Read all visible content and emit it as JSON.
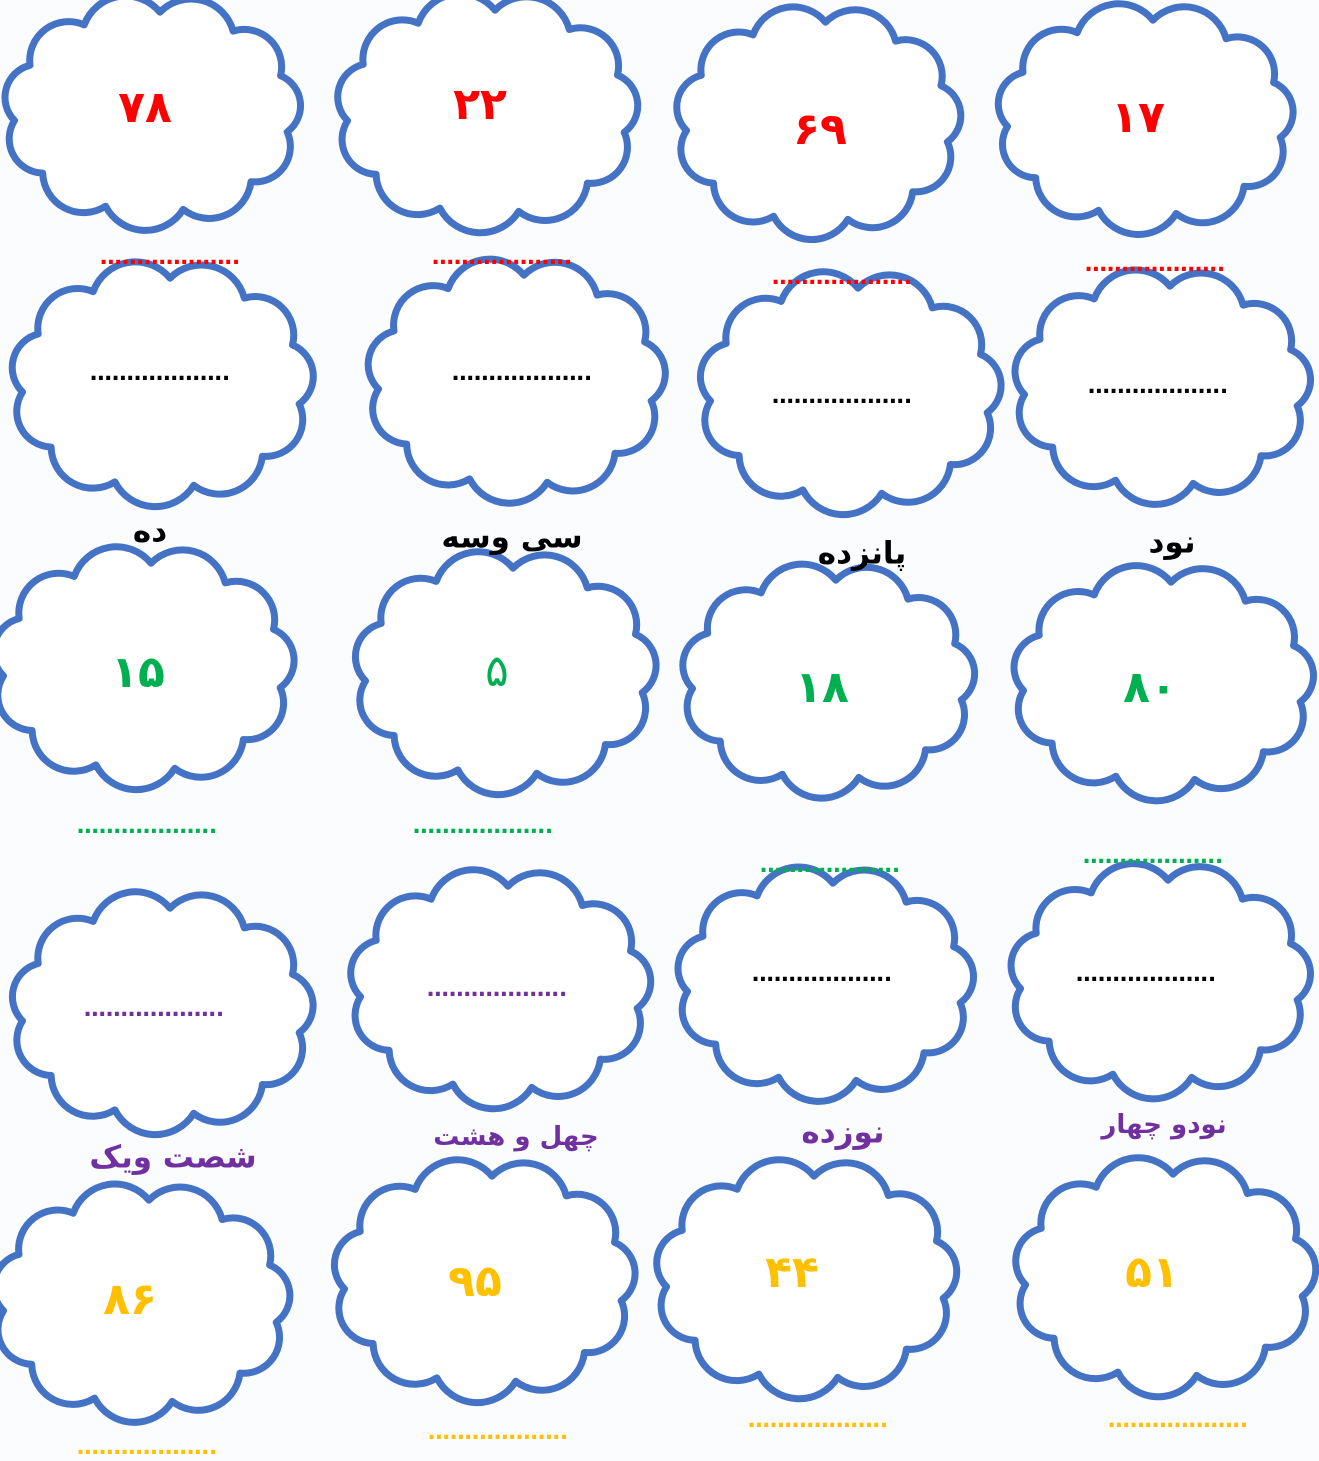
{
  "colors": {
    "cloud_outline": "#4472c4",
    "red": "#ff0000",
    "green": "#00b050",
    "purple": "#7030a0",
    "orange": "#ffc000",
    "black": "#000000"
  },
  "dots": "……………….",
  "row1": {
    "numbers": [
      "۷۸",
      "۲۲",
      "۶۹",
      "۱۷"
    ]
  },
  "row3": {
    "words": [
      "ده",
      "سی وسه",
      "پانزده",
      "نود"
    ],
    "numbers": [
      "۱۵",
      "۵",
      "۱۸",
      "۸۰"
    ]
  },
  "row5": {
    "words": [
      "شصت ویک",
      "چهل و هشت",
      "نوزده",
      "نودو چهار"
    ],
    "numbers": [
      "۸۶",
      "۹۵",
      "۴۴",
      "۵۱"
    ]
  }
}
